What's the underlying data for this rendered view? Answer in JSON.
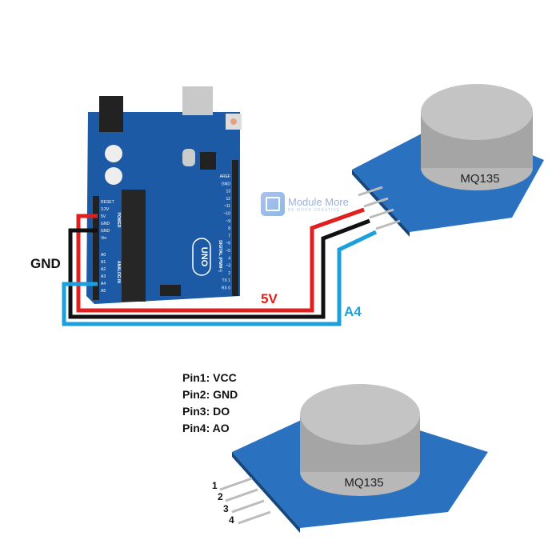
{
  "watermark": {
    "title": "Module More",
    "subtitle": "BE MORE CREATIVE"
  },
  "board": {
    "name": "UNO",
    "power_pins": [
      "RESET",
      "3.3V",
      "5V",
      "GND",
      "GND",
      "Vin"
    ],
    "analog_pins": [
      "A0",
      "A1",
      "A2",
      "A3",
      "A4",
      "A5"
    ],
    "digital_pins": [
      "AREF",
      "GND",
      "13",
      "12",
      "~11",
      "~10",
      "~9",
      "8",
      "7",
      "~6",
      "~5",
      "4",
      "~3",
      "2",
      "TX 1",
      "RX 0"
    ],
    "power_label": "POWER",
    "analog_label": "ANALOG IN",
    "digital_label": "DIGITAL (PWM~)"
  },
  "sensor": {
    "model": "MQ135"
  },
  "wires": {
    "gnd": {
      "label": "GND",
      "color": "#111111"
    },
    "vcc": {
      "label": "5V",
      "color": "#e0201e"
    },
    "analog": {
      "label": "A4",
      "color": "#1ba0dc"
    }
  },
  "pinout": {
    "items": [
      "Pin1: VCC",
      "Pin2: GND",
      "Pin3: DO",
      "Pin4: AO"
    ],
    "numbers": [
      "1",
      "2",
      "3",
      "4"
    ]
  }
}
